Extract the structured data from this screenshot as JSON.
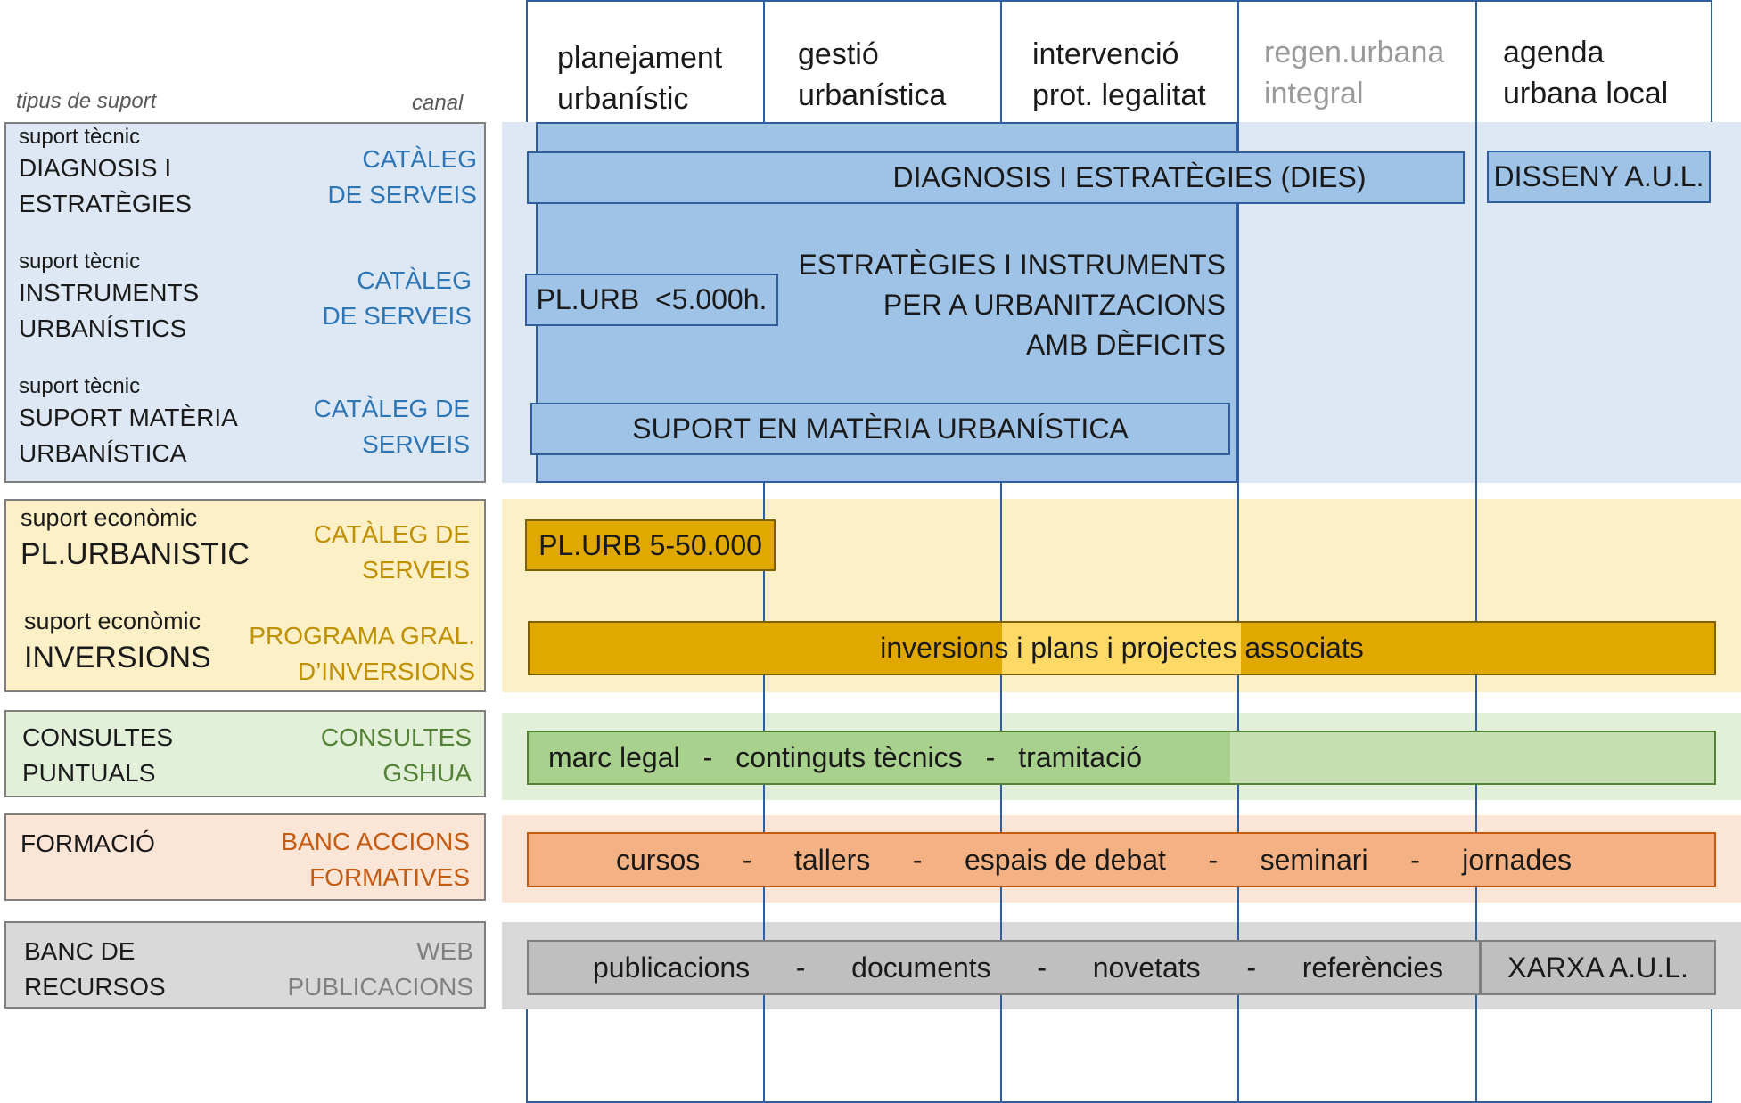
{
  "header": {
    "tipus": "tipus de suport",
    "canal": "canal"
  },
  "columns": [
    {
      "line1": "planejament",
      "line2": "urbanístic",
      "color": "#1a1a1a"
    },
    {
      "line1": "gestió",
      "line2": "urbanística",
      "color": "#1a1a1a"
    },
    {
      "line1": "intervenció",
      "line2": "prot. legalitat",
      "color": "#1a1a1a"
    },
    {
      "line1": "regen.urbana",
      "line2": "integral",
      "color": "#9a9a9a"
    },
    {
      "line1": "agenda",
      "line2": "urbana local",
      "color": "#1a1a1a"
    }
  ],
  "tecnic": {
    "items": [
      {
        "sub": "suport tècnic",
        "main1": "DIAGNOSIS I",
        "main2": "ESTRATÈGIES",
        "canal1": "CATÀLEG",
        "canal2": "DE SERVEIS"
      },
      {
        "sub": "suport tècnic",
        "main1": "INSTRUMENTS",
        "main2": "URBANÍSTICS",
        "canal1": "CATÀLEG",
        "canal2": "DE SERVEIS"
      },
      {
        "sub": "suport tècnic",
        "main1": "SUPORT MATÈRIA",
        "main2": "URBANÍSTICA",
        "canal1": "CATÀLEG DE",
        "canal2": "SERVEIS"
      }
    ],
    "bars": {
      "dies": "DIAGNOSIS I ESTRATÈGIES (DIES)",
      "aul": "DISSENY A.U.L.",
      "plurb_small": "PL.URB  <5.000h.",
      "estrategies1": "ESTRATÈGIES I INSTRUMENTS",
      "estrategies2": "PER A URBANITZACIONS",
      "estrategies3": "AMB DÈFICITS",
      "suport": "SUPORT EN MATÈRIA URBANÍSTICA"
    }
  },
  "economic": {
    "items": [
      {
        "sub": "suport econòmic",
        "main": "PL.URBANISTIC",
        "canal1": "CATÀLEG DE",
        "canal2": "SERVEIS"
      },
      {
        "sub": "suport econòmic",
        "main": "INVERSIONS",
        "canal1": "PROGRAMA GRAL.",
        "canal2": "D’INVERSIONS"
      }
    ],
    "bars": {
      "plurb": "PL.URB 5-50.000",
      "inversions": "inversions i plans i projectes associats"
    }
  },
  "consultes": {
    "main1": "CONSULTES",
    "main2": "PUNTUALS",
    "canal1": "CONSULTES",
    "canal2": "GSHUA",
    "bar": [
      "marc legal",
      "-",
      "continguts tècnics",
      "-",
      "tramitació"
    ]
  },
  "formacio": {
    "main": "FORMACIÓ",
    "canal1": "BANC  ACCIONS",
    "canal2": "FORMATIVES",
    "bar": [
      "cursos",
      "-",
      "tallers",
      "-",
      "espais de debat",
      "-",
      "seminari",
      "-",
      "jornades"
    ]
  },
  "recursos": {
    "main1": "BANC DE",
    "main2": "RECURSOS",
    "canal1": "WEB",
    "canal2": "PUBLICACIONS",
    "bar": [
      "publicacions",
      "-",
      "documents",
      "-",
      "novetats",
      "-",
      "referències"
    ],
    "xarxa": "XARXA A.U.L."
  },
  "colors": {
    "blue_light": "#dde8f4",
    "blue_mid": "#9fc3e7",
    "blue_border": "#2f5d9e",
    "blue_text": "#2e75b6",
    "yellow_light": "#fdefc6",
    "yellow_mid": "#e0a800",
    "yellow_text": "#bf9000",
    "green_light": "#e2efd9",
    "green_mid": "#a9d18e",
    "green_text": "#538135",
    "orange_light": "#fbe5d6",
    "orange_mid": "#f4b183",
    "orange_text": "#c55a11",
    "grey_light": "#d9d9d9",
    "grey_mid": "#bfbfbf",
    "grey_text": "#808080"
  }
}
